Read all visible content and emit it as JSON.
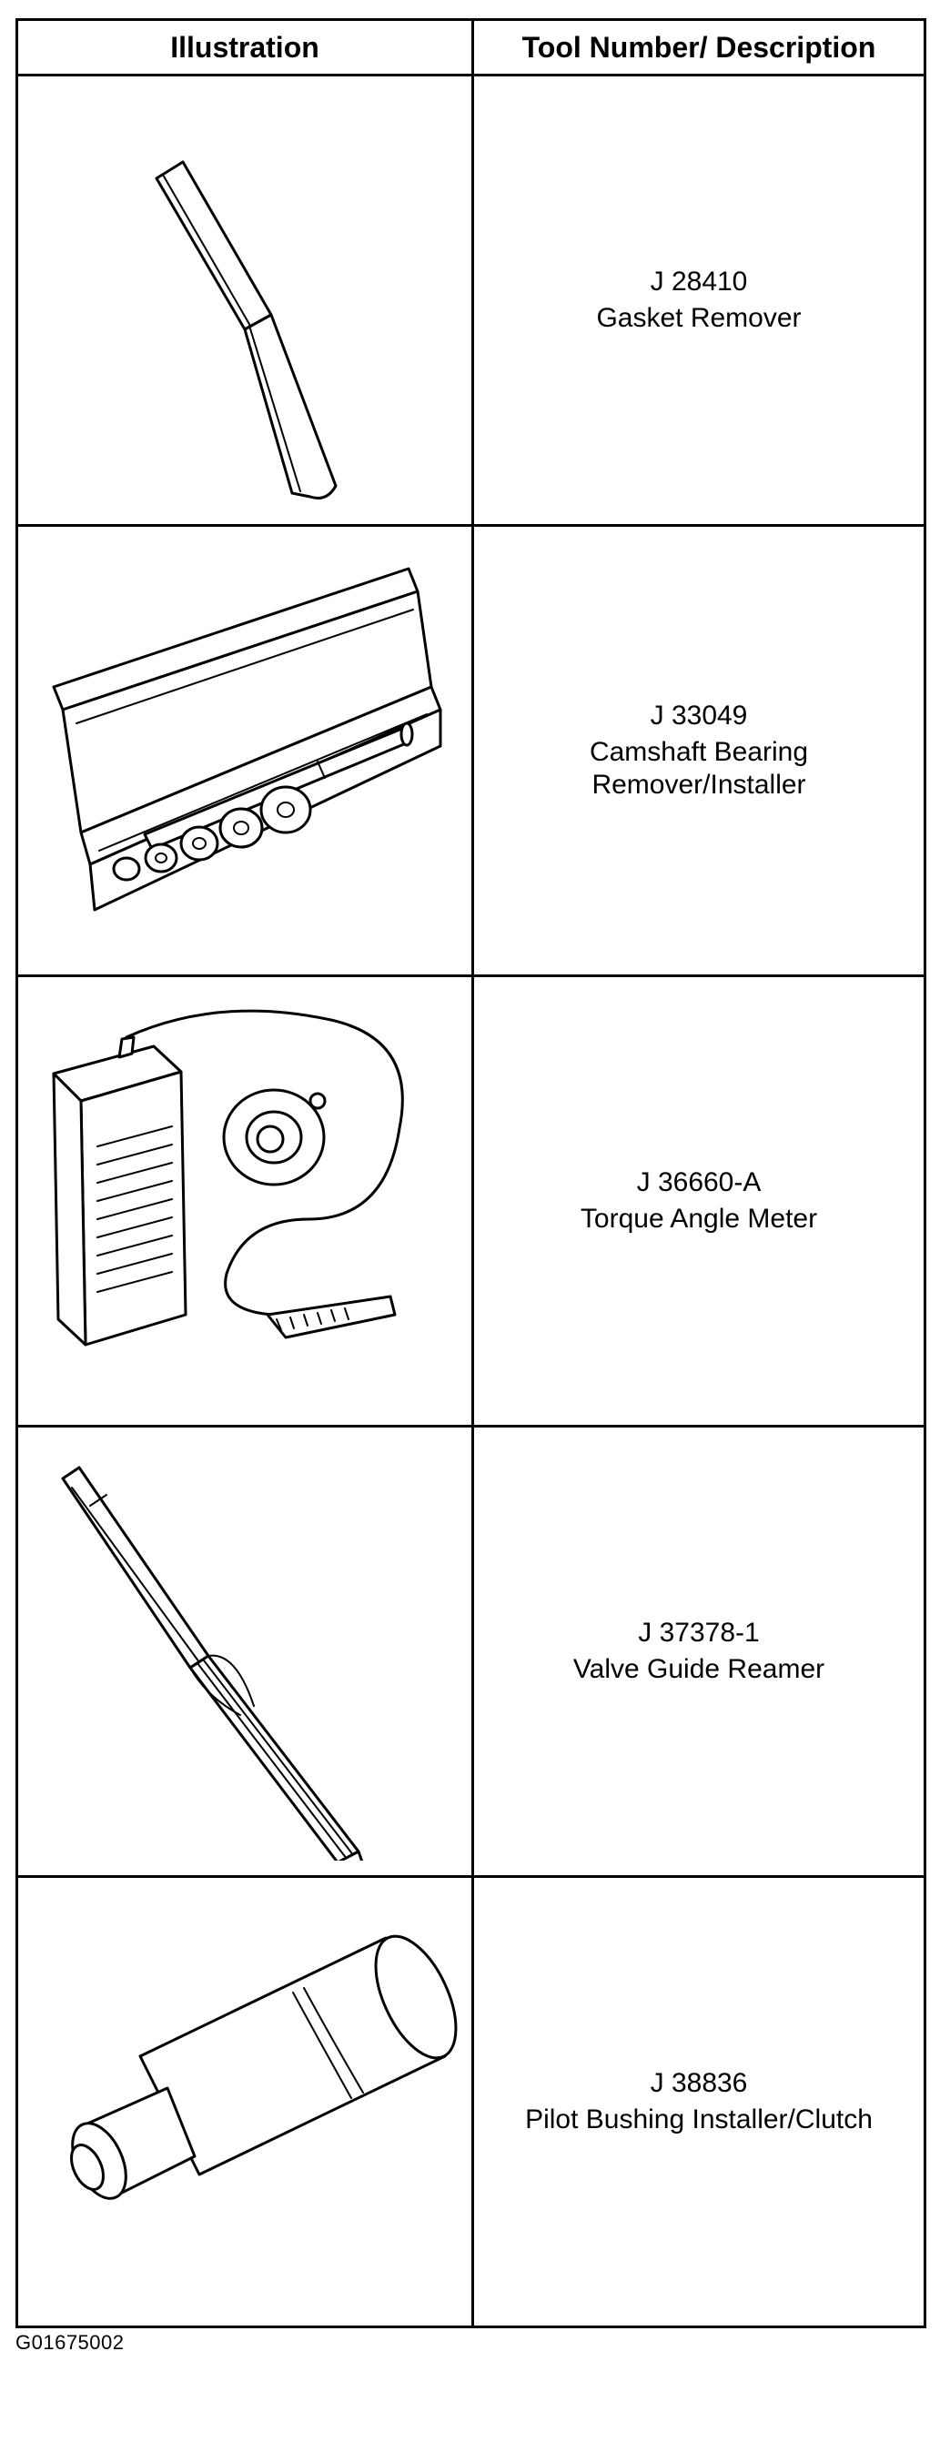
{
  "table": {
    "headers": {
      "illustration": "Illustration",
      "description": "Tool Number/ Description"
    },
    "rows": [
      {
        "number": "J 28410",
        "name": "Gasket Remover",
        "icon": "gasket-remover-icon"
      },
      {
        "number": "J 33049",
        "name": "Camshaft Bearing\nRemover/Installer",
        "icon": "camshaft-bearing-kit-icon"
      },
      {
        "number": "J 36660-A",
        "name": "Torque Angle Meter",
        "icon": "torque-angle-meter-icon"
      },
      {
        "number": "J 37378-1",
        "name": "Valve Guide Reamer",
        "icon": "valve-guide-reamer-icon"
      },
      {
        "number": "J 38836",
        "name": "Pilot Bushing Installer/Clutch",
        "icon": "pilot-bushing-installer-icon"
      }
    ]
  },
  "figure_id": "G01675002"
}
